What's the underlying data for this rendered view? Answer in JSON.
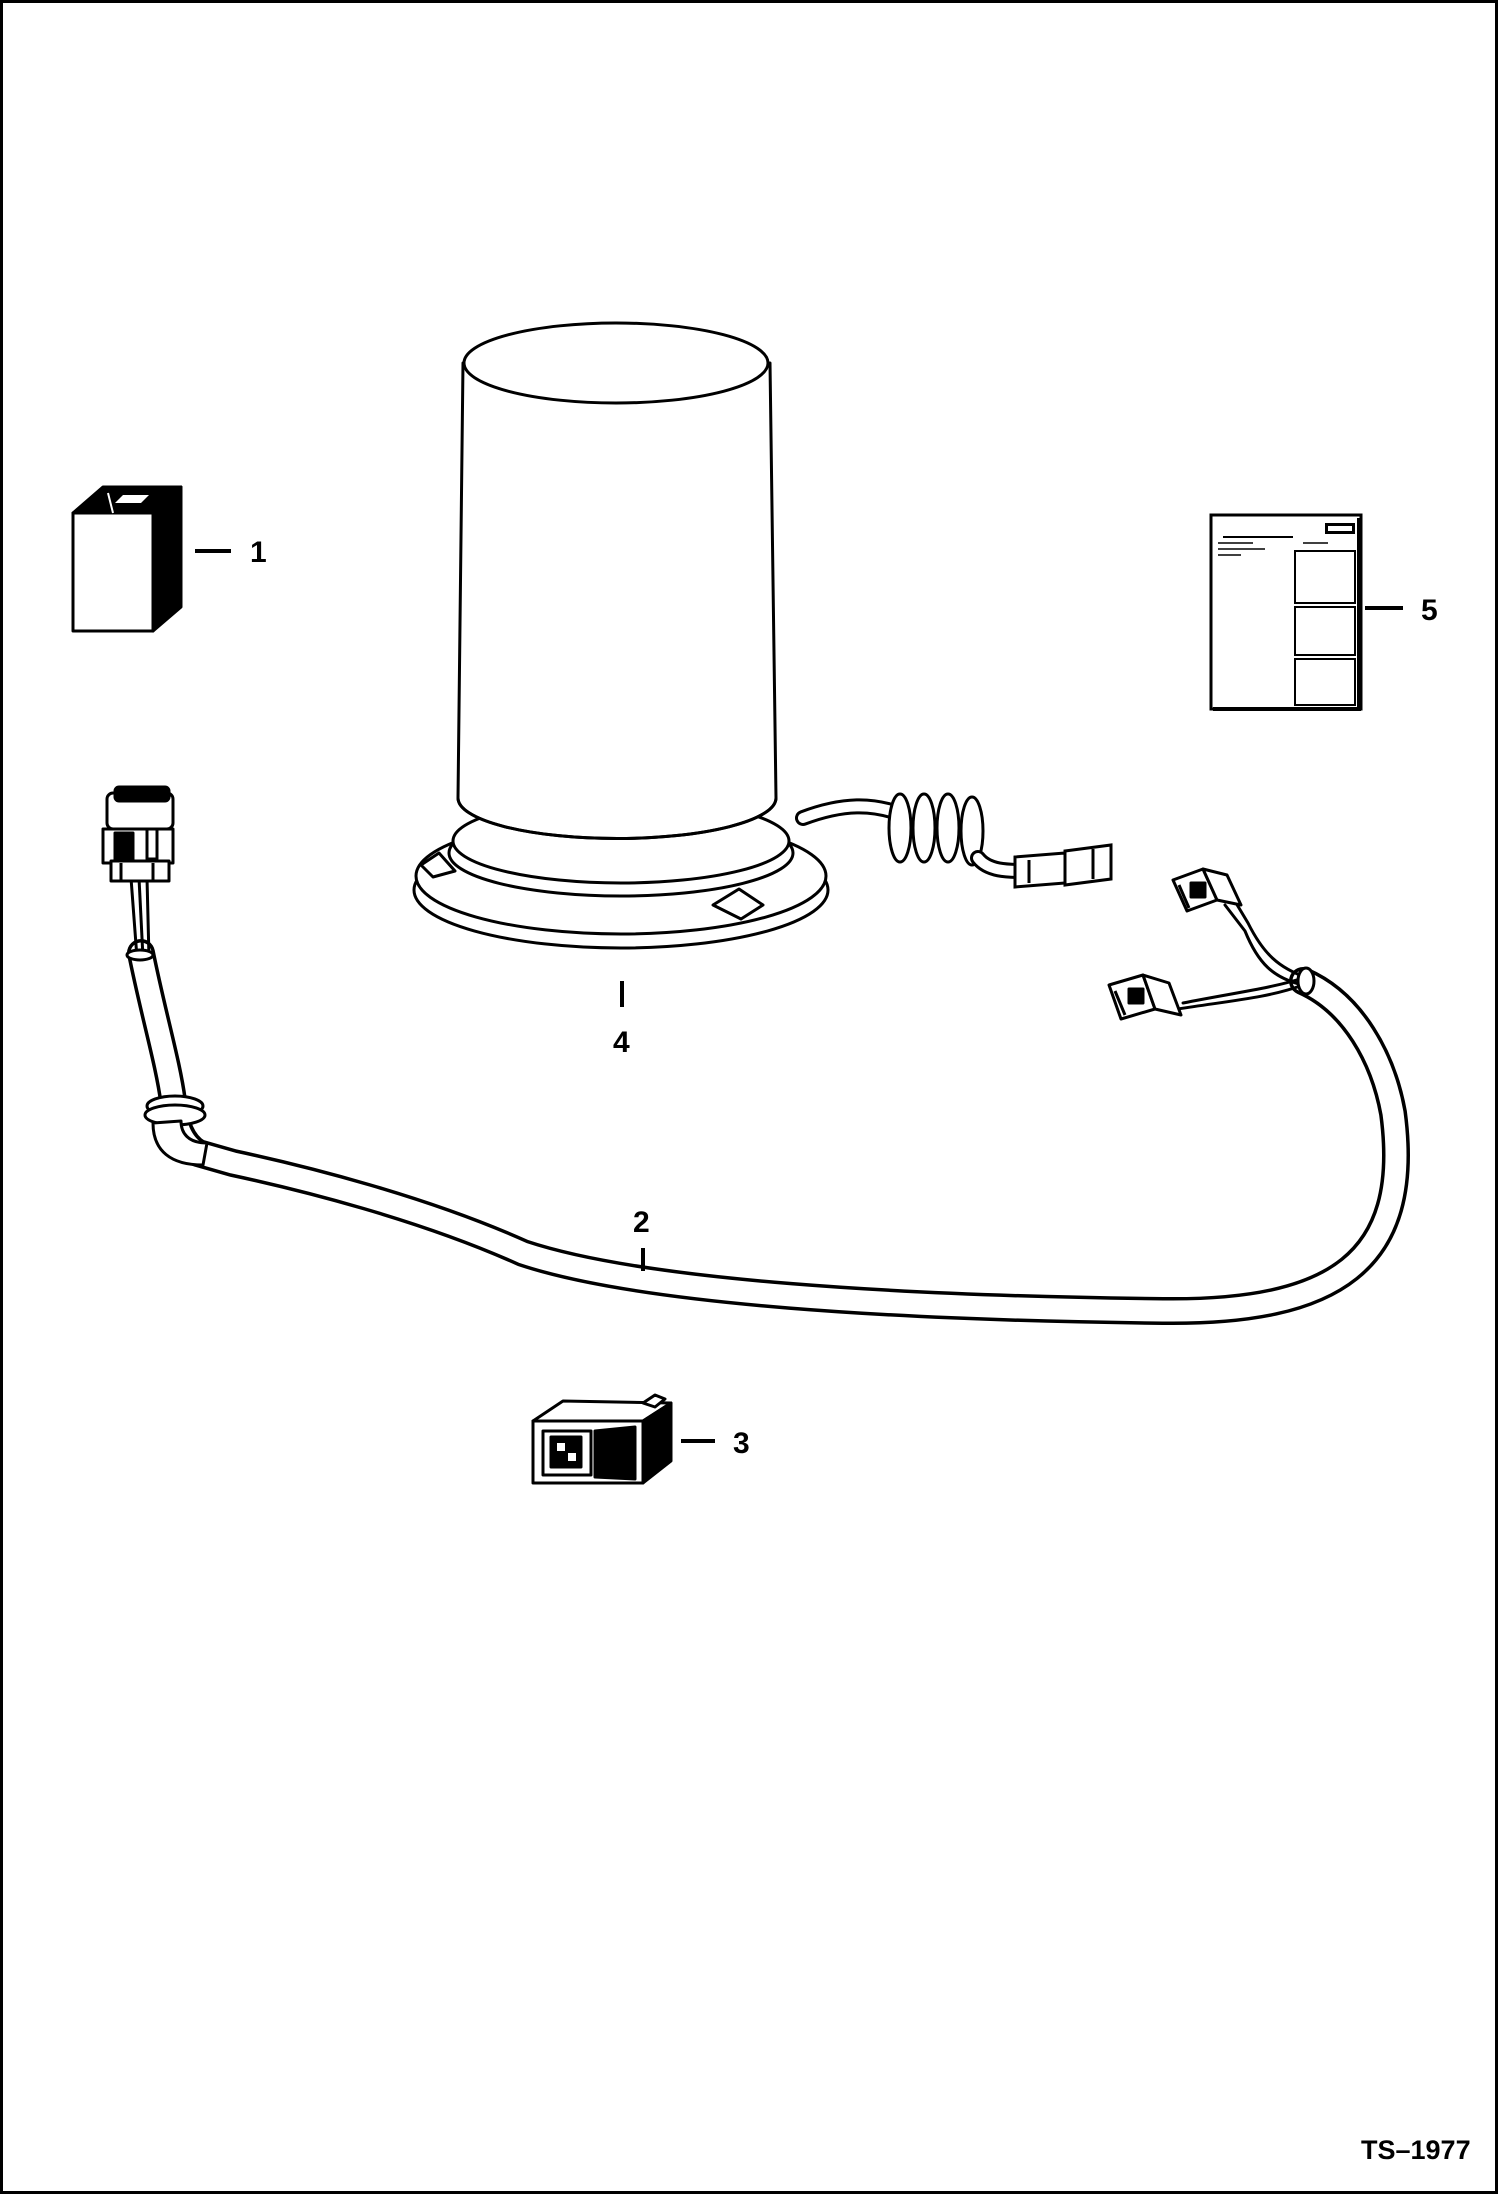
{
  "figure_id": "TS–1977",
  "callouts": {
    "relay": "1",
    "harness": "2",
    "switch": "3",
    "beacon": "4",
    "instructions": "5"
  }
}
